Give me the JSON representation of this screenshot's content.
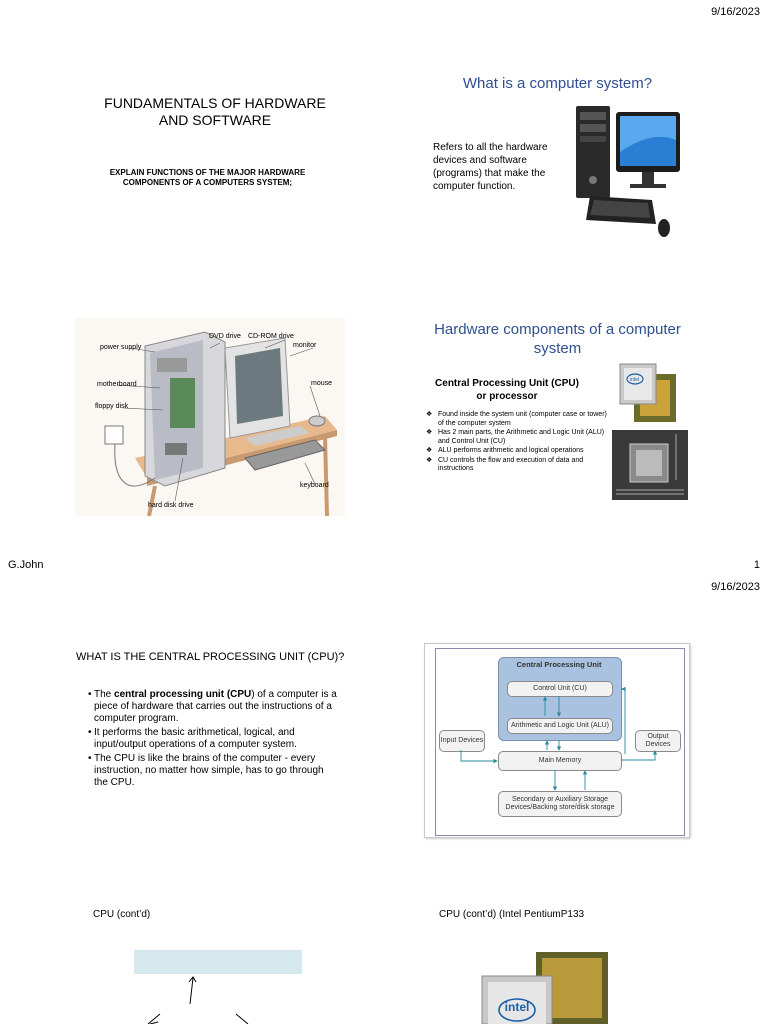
{
  "page1": {
    "date": "9/16/2023",
    "footer_left": "G.John",
    "footer_right": "1",
    "slide1": {
      "title": "FUNDAMENTALS OF HARDWARE AND SOFTWARE",
      "subtitle": "EXPLAIN FUNCTIONS OF THE MAJOR HARDWARE COMPONENTS OF A COMPUTERS SYSTEM;"
    },
    "slide2": {
      "title": "What is a computer system?",
      "body": "Refers to all the hardware devices and software (programs) that make the computer function."
    },
    "slide3": {
      "labels": {
        "dvd": "DVD drive",
        "cdrom": "CD-ROM drive",
        "monitor": "monitor",
        "power": "power supply",
        "mouse": "mouse",
        "motherboard": "motherboard",
        "floppy": "floppy disk",
        "keyboard": "keyboard",
        "harddisk": "hard disk drive"
      }
    },
    "slide4": {
      "title": "Hardware components of a computer system",
      "heading": "Central Processing Unit (CPU) or processor",
      "bullets": [
        "Found inside the system unit (computer case or tower) of the computer system",
        "Has 2 main parts, the Arithmetic and Logic Unit (ALU) and Control Unit (CU)",
        "ALU performs arithmetic and logical operations",
        "CU controls the flow and execution of data and instructions"
      ]
    }
  },
  "page2": {
    "date": "9/16/2023",
    "slide5": {
      "title": "WHAT IS THE CENTRAL PROCESSING UNIT (CPU)?",
      "b1_pre": "The ",
      "b1_bold": "central processing unit (CPU",
      "b1_post": ") of a computer is a piece of hardware that carries out the instructions of a computer program.",
      "bullets": [
        "It performs the basic arithmetical, logical, and input/output operations of a computer system.",
        "The CPU is like the brains of the computer - every instruction, no matter how simple, has to go through the CPU."
      ]
    },
    "slide6": {
      "cpu_title": "Central Processing Unit",
      "cu": "Control Unit (CU)",
      "alu": "Arithmetic and Logic Unit (ALU)",
      "input": "Input Devices",
      "output": "Output Devices",
      "memory": "Main Memory",
      "storage": "Secondary or Auxiliary Storage Devices/Backing store/disk storage"
    },
    "slide7": {
      "title": "CPU (cont’d)"
    },
    "slide8": {
      "title": "CPU (cont’d) (Intel PentiumP133",
      "logo": "intel"
    }
  },
  "colors": {
    "title_blue": "#2f4f8f",
    "diagram_blue": "#a9c2e0",
    "cyan_box": "#d4e8ed"
  }
}
